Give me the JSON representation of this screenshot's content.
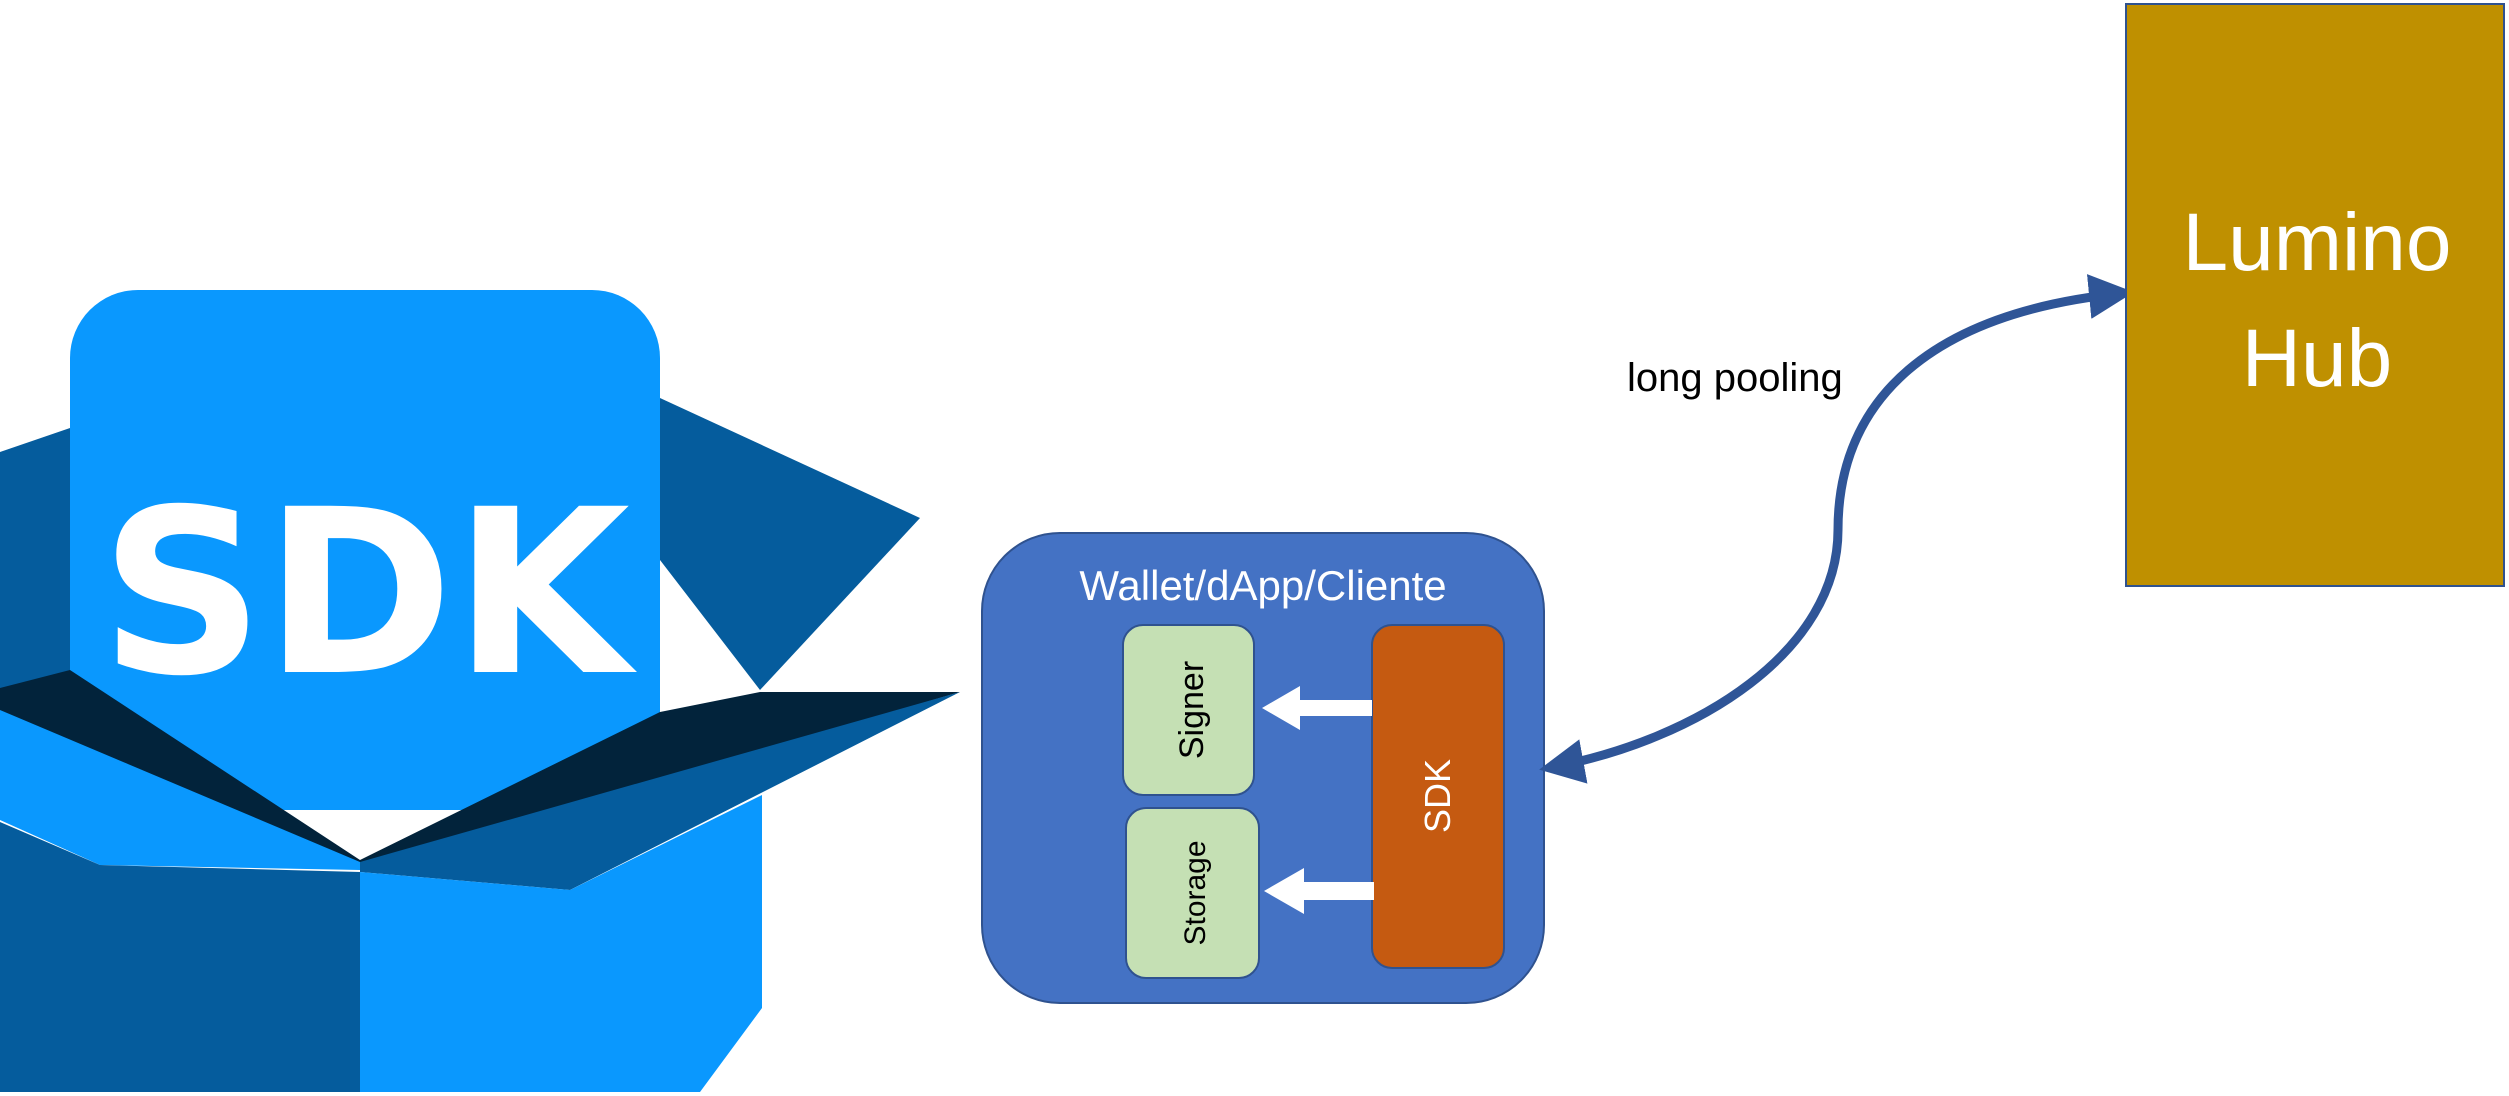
{
  "logo": {
    "text": "SDK"
  },
  "client_box": {
    "title": "Wallet/dApp/Cliente",
    "signer_label": "Signer",
    "storage_label": "Storage",
    "sdk_label": "SDK"
  },
  "connector": {
    "label": "long pooling"
  },
  "hub": {
    "line1": "Lumino",
    "line2": "Hub"
  },
  "colors": {
    "logo_blue": "#0a98fe",
    "logo_dark_blue": "#055c9d",
    "logo_shadow": "#02233b",
    "client_box": "#4472c4",
    "client_box_border": "#2f528f",
    "component_green": "#c5e0b4",
    "sdk_orange": "#c55a11",
    "hub_gold": "#bf9000",
    "arrow_blue": "#2f5597",
    "white": "#ffffff"
  }
}
